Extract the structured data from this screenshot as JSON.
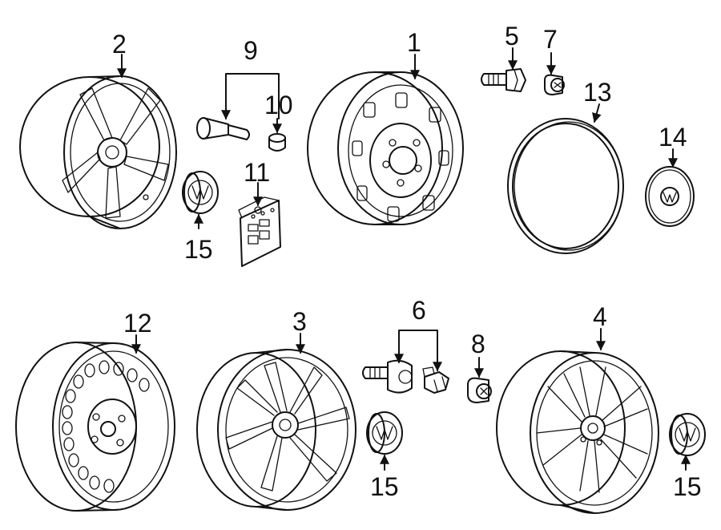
{
  "callouts": {
    "c1": "1",
    "c2": "2",
    "c3": "3",
    "c4": "4",
    "c5": "5",
    "c6": "6",
    "c7": "7",
    "c8": "8",
    "c9": "9",
    "c10": "10",
    "c11": "11",
    "c12": "12",
    "c13": "13",
    "c14": "14",
    "c15a": "15",
    "c15b": "15",
    "c15c": "15"
  },
  "parts": [
    {
      "callout": "1",
      "icon": "steel-wheel-icon"
    },
    {
      "callout": "2",
      "icon": "alloy-wheel-five-spoke-icon"
    },
    {
      "callout": "3",
      "icon": "alloy-wheel-split-spoke-icon"
    },
    {
      "callout": "4",
      "icon": "alloy-wheel-ten-spoke-icon"
    },
    {
      "callout": "5",
      "icon": "wheel-bolt-icon"
    },
    {
      "callout": "6",
      "icon": "locking-bolt-set-icon"
    },
    {
      "callout": "7",
      "icon": "bolt-cap-icon"
    },
    {
      "callout": "8",
      "icon": "bolt-cap-icon"
    },
    {
      "callout": "9",
      "icon": "valve-stem-icon"
    },
    {
      "callout": "10",
      "icon": "valve-cap-icon"
    },
    {
      "callout": "11",
      "icon": "balance-weight-pack-icon"
    },
    {
      "callout": "12",
      "icon": "spare-steel-wheel-icon"
    },
    {
      "callout": "13",
      "icon": "wheel-cover-ring-icon"
    },
    {
      "callout": "14",
      "icon": "hub-cap-icon"
    },
    {
      "callout": "15",
      "icon": "center-cap-emblem-icon"
    }
  ]
}
